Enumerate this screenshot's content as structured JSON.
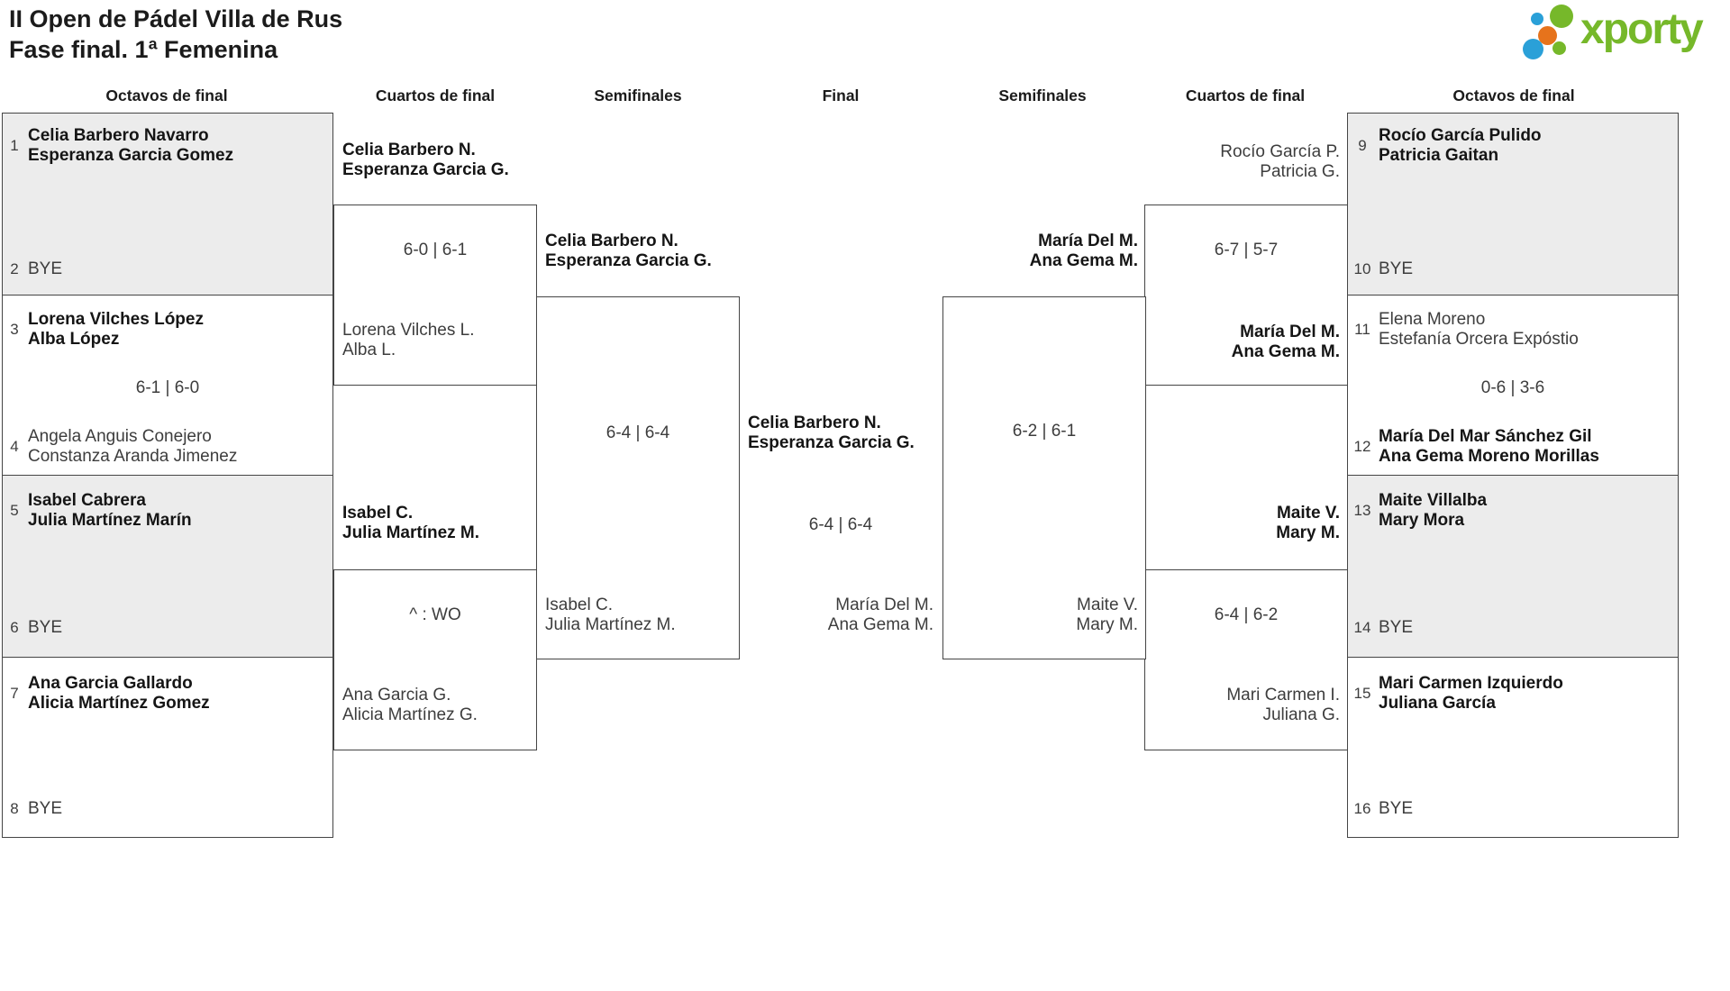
{
  "title": {
    "line1": "II Open de Pádel Villa de Rus",
    "line2": "Fase final. 1ª Femenina"
  },
  "logo": {
    "brand": "xporty"
  },
  "colors": {
    "brand_green": "#76b82a",
    "brand_blue": "#2aa0d8",
    "brand_orange": "#e6731c",
    "box_grey": "#ececec",
    "box_border": "#454545",
    "text_dark": "#151515",
    "text_muted": "#3d3d3d"
  },
  "headers": {
    "octavos_left": "Octavos de final",
    "cuartos_left": "Cuartos de final",
    "semis_left": "Semifinales",
    "final": "Final",
    "semis_right": "Semifinales",
    "cuartos_right": "Cuartos de final",
    "octavos_right": "Octavos de final"
  },
  "octavos_left": {
    "e1": {
      "seed": "1",
      "l1": "Celia Barbero Navarro",
      "l2": "Esperanza Garcia Gomez"
    },
    "e2": {
      "seed": "2",
      "l1": "BYE"
    },
    "e3": {
      "seed": "3",
      "l1": "Lorena Vilches López",
      "l2": "Alba López"
    },
    "m2_score": "6-1 | 6-0",
    "e4": {
      "seed": "4",
      "l1": "Angela Anguis Conejero",
      "l2": "Constanza Aranda Jimenez"
    },
    "e5": {
      "seed": "5",
      "l1": "Isabel Cabrera",
      "l2": "Julia Martínez Marín"
    },
    "e6": {
      "seed": "6",
      "l1": "BYE"
    },
    "e7": {
      "seed": "7",
      "l1": "Ana Garcia Gallardo",
      "l2": "Alicia Martínez Gomez"
    },
    "e8": {
      "seed": "8",
      "l1": "BYE"
    }
  },
  "octavos_right": {
    "e9": {
      "seed": "9",
      "l1": "Rocío García Pulido",
      "l2": "Patricia Gaitan"
    },
    "e10": {
      "seed": "10",
      "l1": "BYE"
    },
    "e11": {
      "seed": "11",
      "l1": "Elena Moreno",
      "l2": "Estefanía Orcera Expóstio"
    },
    "m6_score": "0-6 | 3-6",
    "e12": {
      "seed": "12",
      "l1": "María Del Mar Sánchez Gil",
      "l2": "Ana Gema Moreno Morillas"
    },
    "e13": {
      "seed": "13",
      "l1": "Maite Villalba",
      "l2": "Mary Mora"
    },
    "e14": {
      "seed": "14",
      "l1": "BYE"
    },
    "e15": {
      "seed": "15",
      "l1": "Mari Carmen Izquierdo",
      "l2": "Juliana García"
    },
    "e16": {
      "seed": "16",
      "l1": "BYE"
    }
  },
  "cuartos_left": {
    "qf1": {
      "top_l1": "Celia Barbero N.",
      "top_l2": "Esperanza Garcia G.",
      "score": "6-0 | 6-1",
      "bottom_l1": "Lorena Vilches L.",
      "bottom_l2": "Alba L."
    },
    "qf2": {
      "top_l1": "Isabel C.",
      "top_l2": "Julia Martínez M.",
      "score": "^ : WO",
      "bottom_l1": "Ana Garcia G.",
      "bottom_l2": "Alicia Martínez G."
    }
  },
  "cuartos_right": {
    "qf3": {
      "top_l1": "Rocío García P.",
      "top_l2": "Patricia G.",
      "score": "6-7 | 5-7",
      "bottom_l1": "María Del M.",
      "bottom_l2": "Ana Gema M."
    },
    "qf4": {
      "top_l1": "Maite V.",
      "top_l2": "Mary M.",
      "score": "6-4 | 6-2",
      "bottom_l1": "Mari Carmen I.",
      "bottom_l2": "Juliana G."
    }
  },
  "semis_left": {
    "winner_l1": "Celia Barbero N.",
    "winner_l2": "Esperanza Garcia G.",
    "score": "6-4 | 6-4",
    "loser_l1": "Isabel C.",
    "loser_l2": "Julia Martínez M."
  },
  "semis_right": {
    "winner_l1": "María Del M.",
    "winner_l2": "Ana Gema M.",
    "score": "6-2 | 6-1",
    "loser_l1": "Maite V.",
    "loser_l2": "Mary M."
  },
  "final": {
    "winner_l1": "Celia Barbero N.",
    "winner_l2": "Esperanza Garcia G.",
    "score": "6-4 | 6-4",
    "runnerup_l1": "María Del M.",
    "runnerup_l2": "Ana Gema M."
  }
}
